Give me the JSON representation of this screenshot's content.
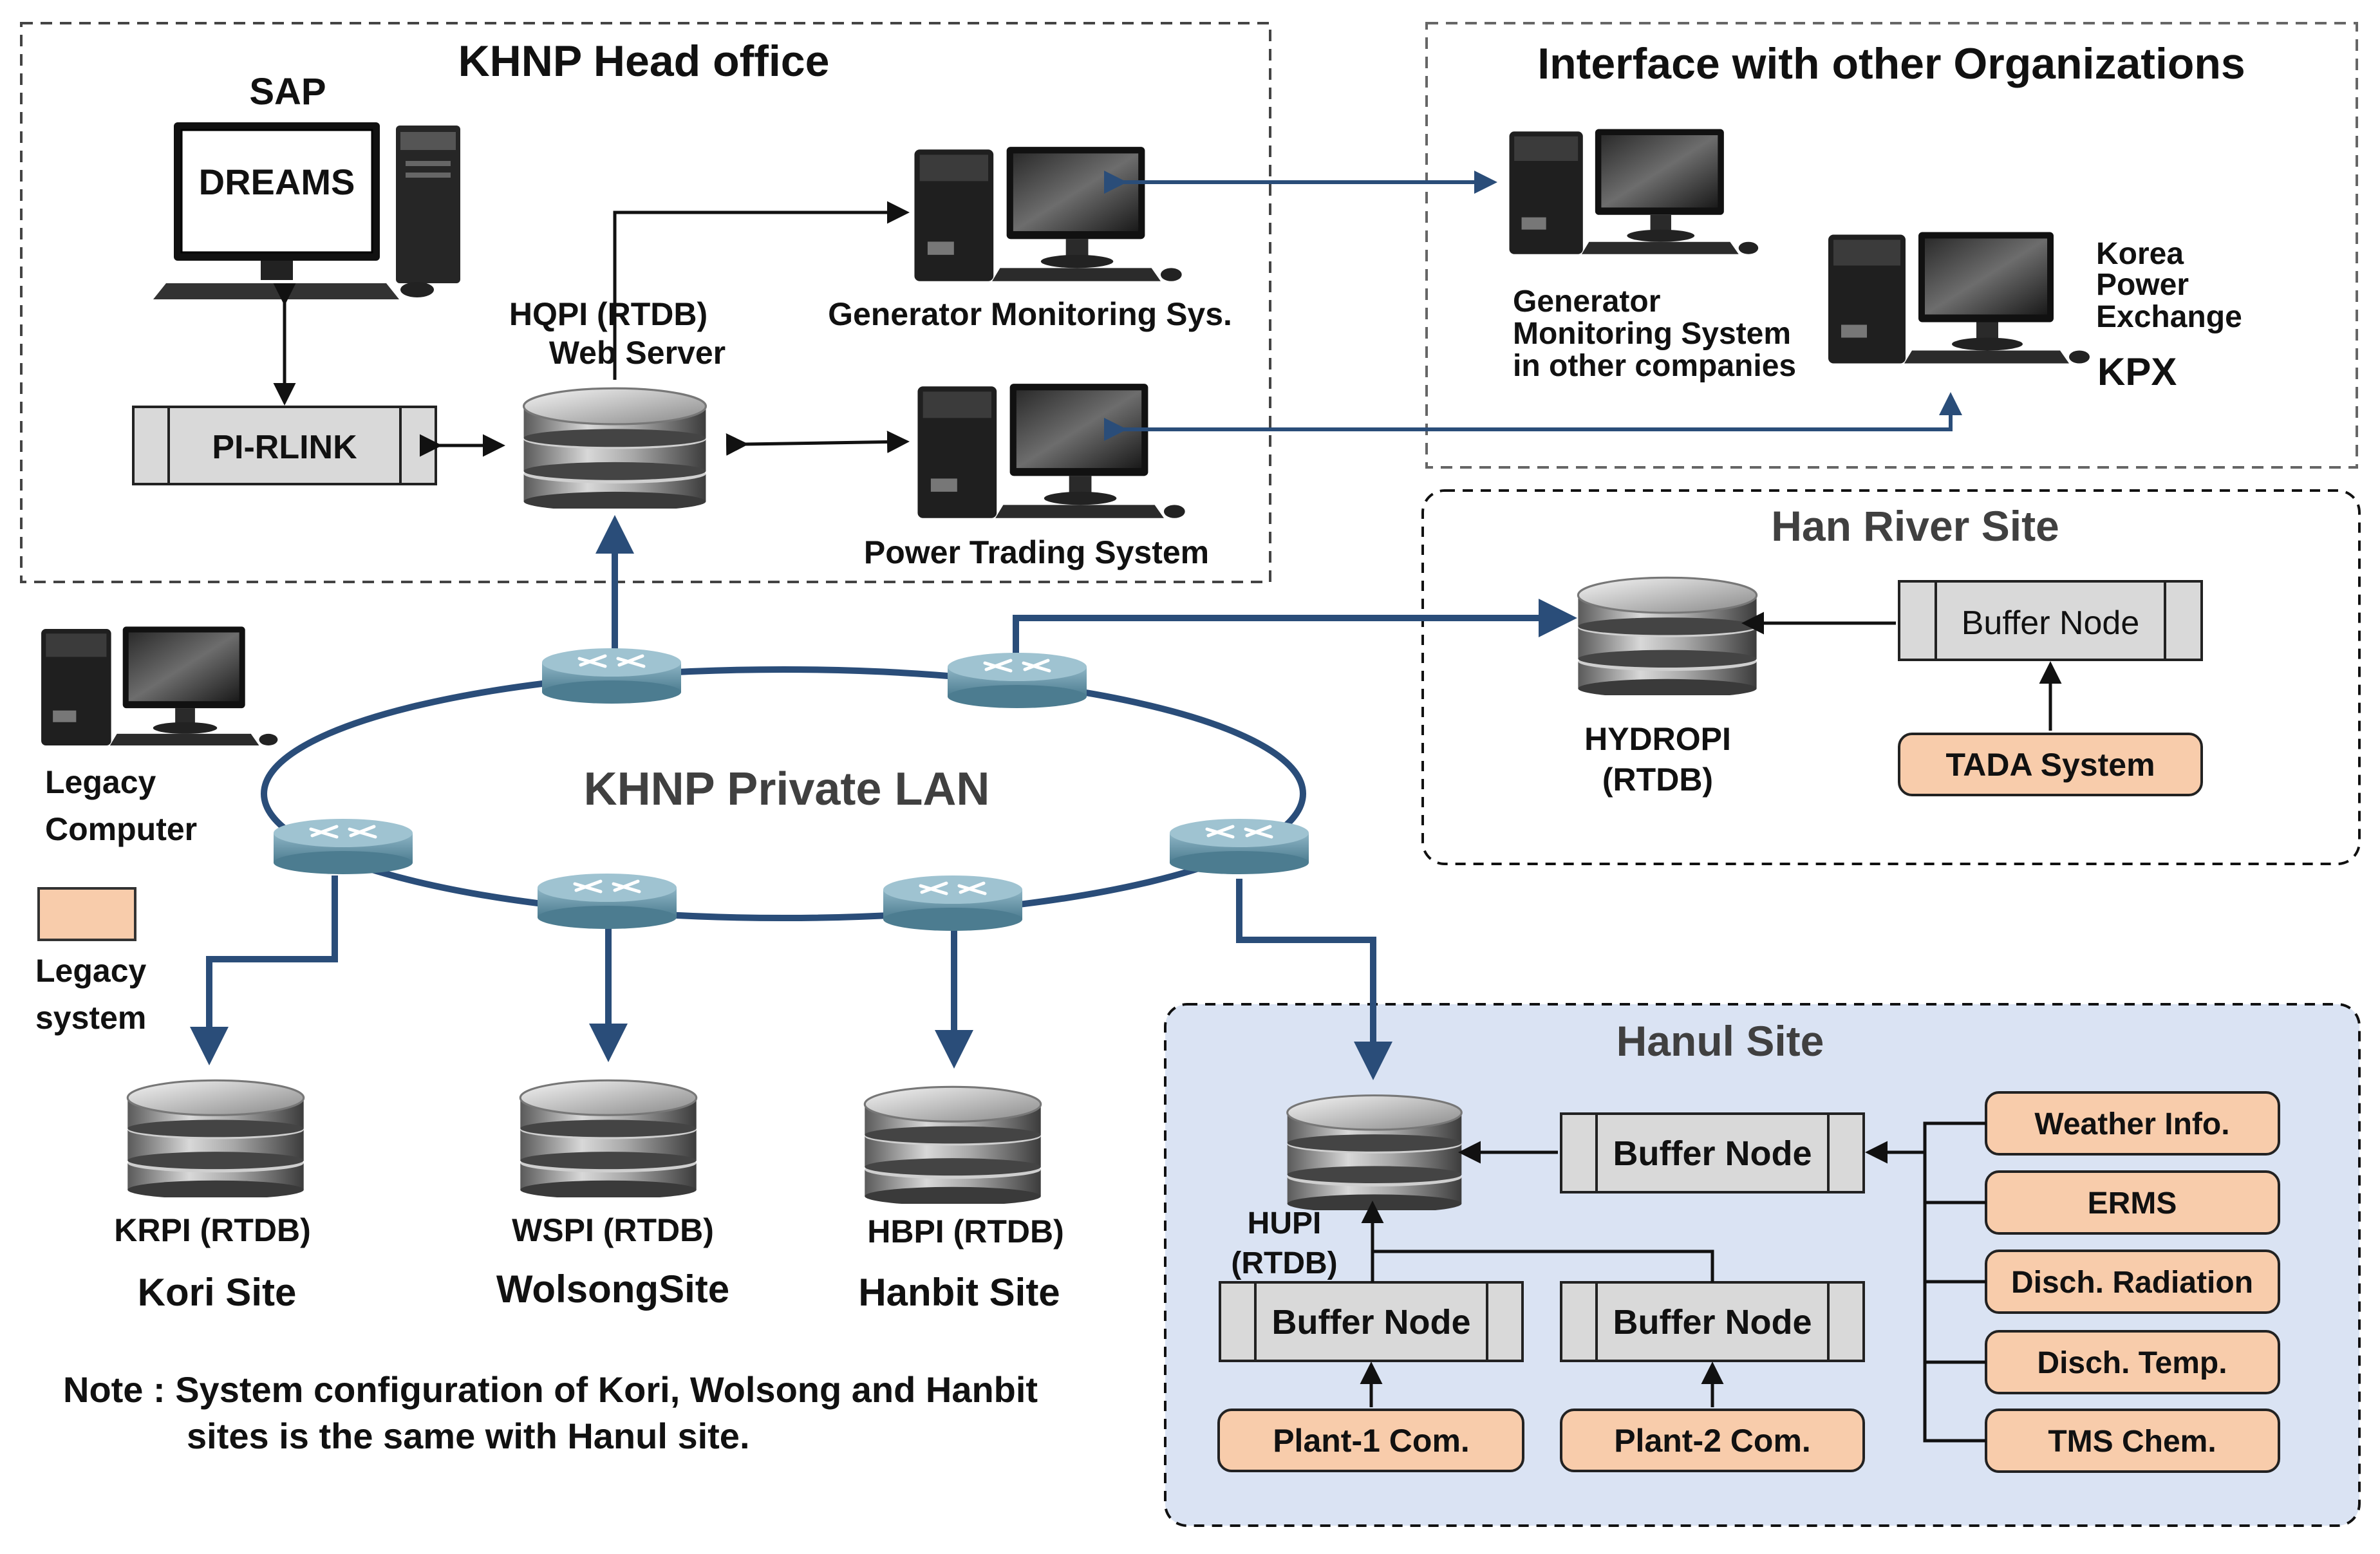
{
  "regions": {
    "head_office": "KHNP Head office",
    "interface": "Interface with other Organizations",
    "han_river": "Han River Site",
    "hanul": "Hanul Site",
    "lan": "KHNP Private LAN"
  },
  "head_office": {
    "sap": "SAP",
    "dreams": "DREAMS",
    "pi_rlink": "PI-RLINK",
    "hqpi_line1": "HQPI  (RTDB)",
    "hqpi_line2": "Web  Server",
    "gen_monitor": "Generator Monitoring Sys.",
    "power_trading": "Power Trading System"
  },
  "interface": {
    "gen_other_1": "Generator",
    "gen_other_2": "Monitoring System",
    "gen_other_3": "in other companies",
    "kpx_1": "Korea",
    "kpx_2": "Power",
    "kpx_3": "Exchange",
    "kpx_4": "KPX"
  },
  "legacy": {
    "computer_1": "Legacy",
    "computer_2": "Computer",
    "system_1": "Legacy",
    "system_2": "system"
  },
  "han_river": {
    "buffer": "Buffer Node",
    "tada": "TADA System",
    "hydropi_1": "HYDROPI",
    "hydropi_2": "(RTDB)"
  },
  "sites": [
    {
      "db": "KRPI (RTDB)",
      "name": "Kori Site"
    },
    {
      "db": "WSPI (RTDB)",
      "name": "WolsongSite"
    },
    {
      "db": "HBPI (RTDB)",
      "name": "Hanbit Site"
    }
  ],
  "hanul": {
    "hupi_1": "HUPI",
    "hupi_2": "(RTDB)",
    "buffer_top": "Buffer Node",
    "buffer_left": "Buffer Node",
    "buffer_right": "Buffer Node",
    "plant1": "Plant-1 Com.",
    "plant2": "Plant-2 Com.",
    "sources": [
      "Weather Info.",
      "ERMS",
      "Disch. Radiation",
      "Disch. Temp.",
      "TMS Chem."
    ]
  },
  "note": {
    "line1": "Note :  System configuration  of Kori, Wolsong and Hanbit",
    "line2": "sites is the same with Hanul site."
  },
  "colors": {
    "network_blue": "#2a4d79",
    "legacy_fill": "#f8ccab",
    "hanul_fill": "#dae3f3",
    "buffer_fill": "#d9d9d9",
    "router": "#6a96a8"
  }
}
